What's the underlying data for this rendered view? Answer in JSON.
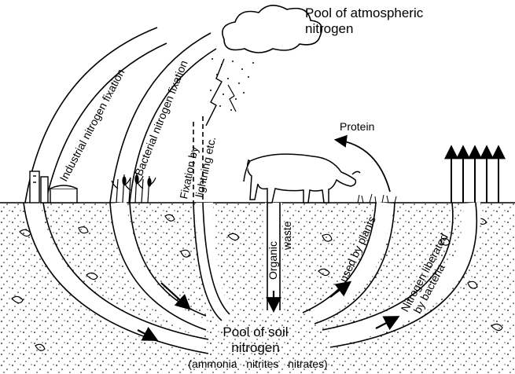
{
  "title": "Pool of atmospheric nitrogen",
  "atmosphere": {
    "line1": "Pool of atmospheric",
    "line2": "nitrogen"
  },
  "soil": {
    "line1": "Pool of soil",
    "line2": "nitrogen",
    "line3": "(ammonia   nitrites   nitrates)"
  },
  "labels": {
    "industrial": "Industrial nitrogen fixation",
    "bacterial": "Bacterial nitrogen fixation",
    "fixation_by": "Fixation by",
    "lightning": "lightning etc.",
    "organic": "Organic",
    "waste": "waste",
    "used_by_plants": "used by plants",
    "liberated": "Nitrogen liberated",
    "by_bacteria": "by bacteria",
    "protein": "Protein"
  },
  "icons": [
    "cloud-icon",
    "factory-icon",
    "crop-plants-icon",
    "cow-icon",
    "grass-icon",
    "up-arrows-icon"
  ]
}
